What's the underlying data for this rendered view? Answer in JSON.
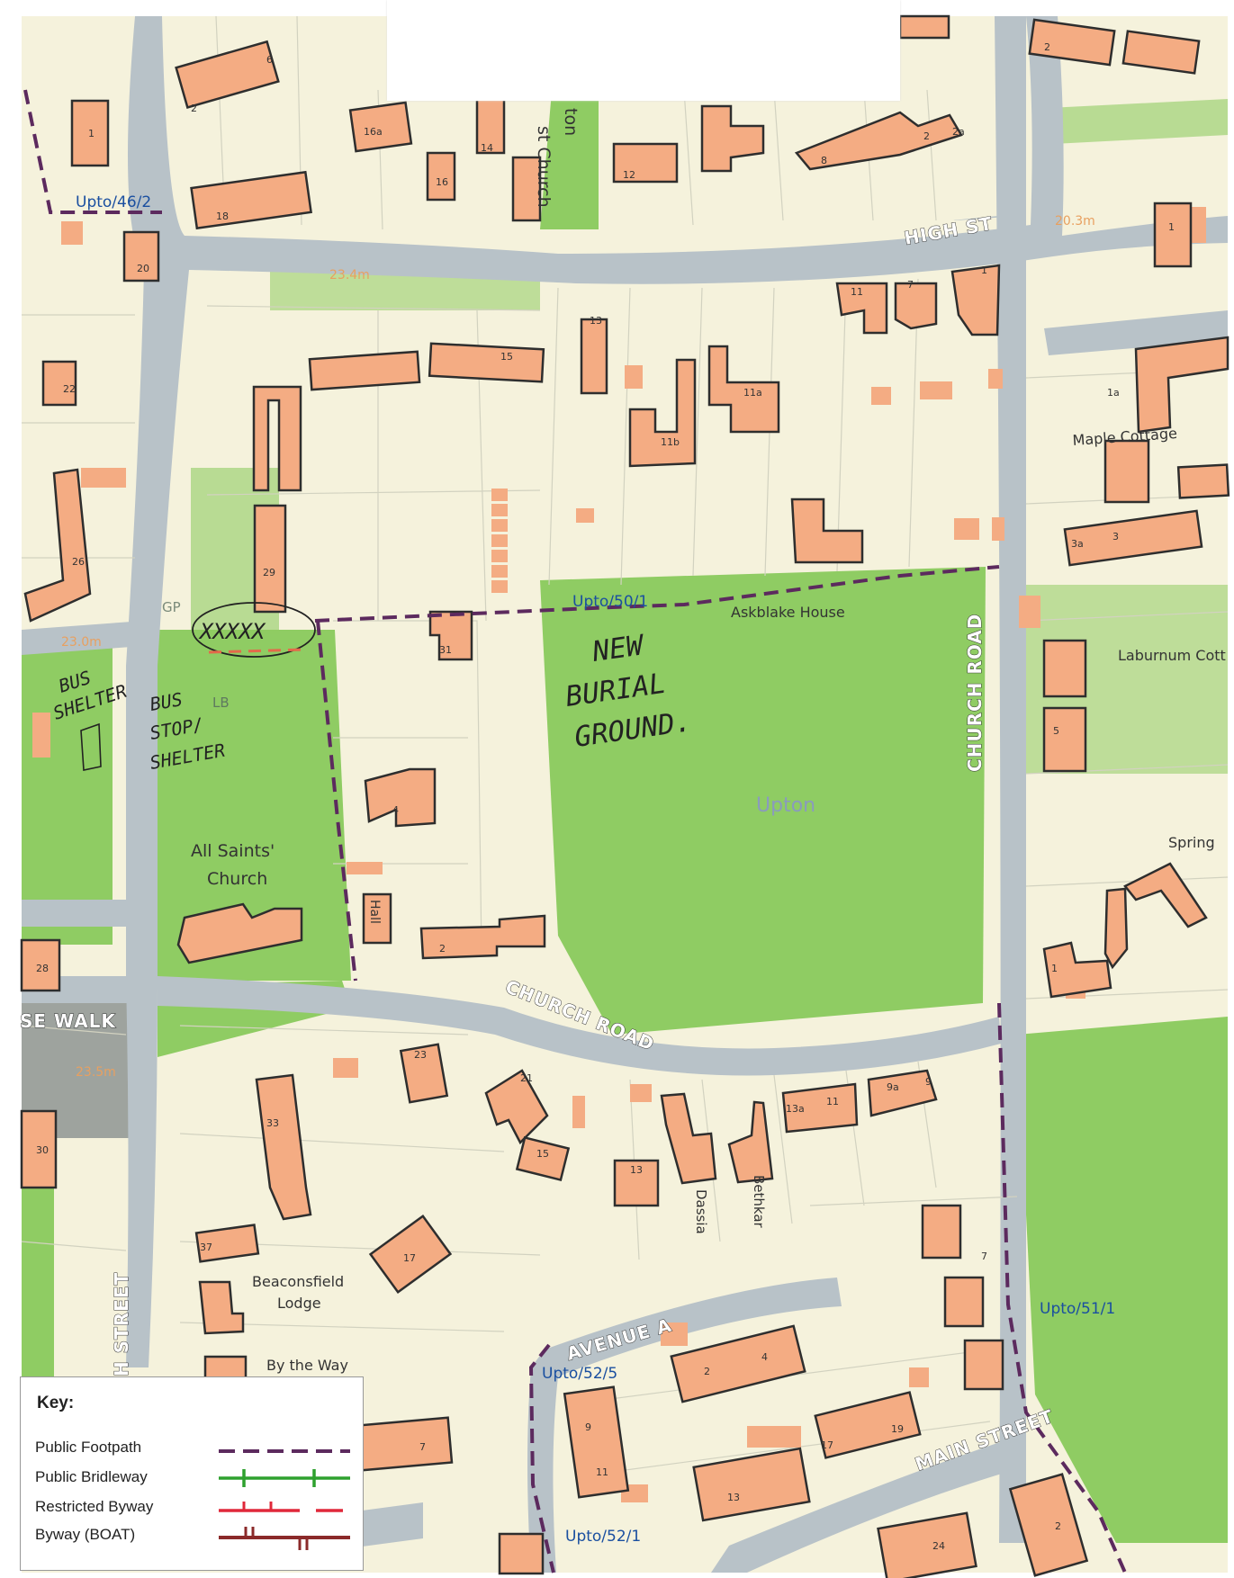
{
  "roads": {
    "high_st": "HIGH ST",
    "church_road_vertical": "CHURCH ROAD",
    "church_road_lower": "CHURCH ROAD",
    "se_walk": "SE WALK",
    "h_street": "H STREET",
    "avenue_a": "AVENUE A",
    "main_street": "MAIN STREET"
  },
  "places": {
    "village": "Upton",
    "all_saints_line1": "All Saints'",
    "all_saints_line2": "Church",
    "church_top_a": "ton",
    "church_top_b": "st Church",
    "askblake_house": "Askblake House",
    "maple_cottage": "Maple Cottage",
    "laburnum_cottage": "Laburnum Cott",
    "spring": "Spring",
    "beaconsfield_line1": "Beaconsfield",
    "beaconsfield_line2": "Lodge",
    "by_the_way": "By the Way",
    "dassia": "Dassia",
    "bethkar": "Bethkar",
    "hall": "Hall",
    "gp": "GP",
    "lb": "LB"
  },
  "path_refs": {
    "upto_46_2": "Upto/46/2",
    "upto_50_1": "Upto/50/1",
    "upto_51_1": "Upto/51/1",
    "upto_52_5": "Upto/52/5",
    "upto_52_1": "Upto/52/1"
  },
  "spot_heights": {
    "h_20_3": "20.3m",
    "h_23_4": "23.4m",
    "h_23_0": "23.0m",
    "h_23_5": "23.5m"
  },
  "handwriting": {
    "new_burial_1": "NEW",
    "new_burial_2": "BURIAL",
    "new_burial_3": "GROUND.",
    "bus_shelter_1": "BUS",
    "bus_shelter_2": "SHELTER",
    "bus_stop_1": "BUS",
    "bus_stop_2": "STOP/",
    "bus_stop_3": "SHELTER",
    "crosses": "XXXXX"
  },
  "house_numbers": {
    "n1": "1",
    "n2": "2",
    "n6": "6",
    "n16a": "16a",
    "n16": "16",
    "n14": "14",
    "n18": "18",
    "n20": "20",
    "n12": "12",
    "n8": "8",
    "n2b": "2",
    "n2a": "2a",
    "n2c": "2",
    "n1b": "1",
    "n22": "22",
    "n26": "26",
    "n29": "29",
    "n15": "15",
    "n13": "13",
    "n11b": "11b",
    "n11a": "11a",
    "n11": "11",
    "n7": "7",
    "n1c": "1",
    "n1a": "1a",
    "n3": "3",
    "n3a": "3a",
    "n31": "31",
    "n4": "4",
    "n5": "5",
    "n2d": "2",
    "n28": "28",
    "n30": "30",
    "n23": "23",
    "n21": "21",
    "n33": "33",
    "n15b": "15",
    "n13b": "13",
    "n13a": "13a",
    "n11c": "11",
    "n9a": "9a",
    "n9": "9",
    "n37": "37",
    "n17": "17",
    "n7b": "7",
    "n2e": "2",
    "n4b": "4",
    "n9b": "9",
    "n11d": "11",
    "n17b": "17",
    "n19": "19",
    "n13c": "13",
    "n24": "24",
    "n2f": "2",
    "n7c": "7",
    "n1d": "1"
  },
  "key": {
    "title": "Key:",
    "items": [
      {
        "label": "Public Footpath",
        "color": "#5c2a5e"
      },
      {
        "label": "Public Bridleway",
        "color": "#2ea12e"
      },
      {
        "label": "Restricted Byway",
        "color": "#e0283a"
      },
      {
        "label": "Byway (BOAT)",
        "color": "#8b2a2a"
      }
    ]
  },
  "colors": {
    "land": "#f5f2dc",
    "green": "#8fcc63",
    "road": "#b8c2c8",
    "building": "#f4ac83",
    "footpath": "#5c2a5e",
    "path_ref": "#1a4fa0"
  }
}
